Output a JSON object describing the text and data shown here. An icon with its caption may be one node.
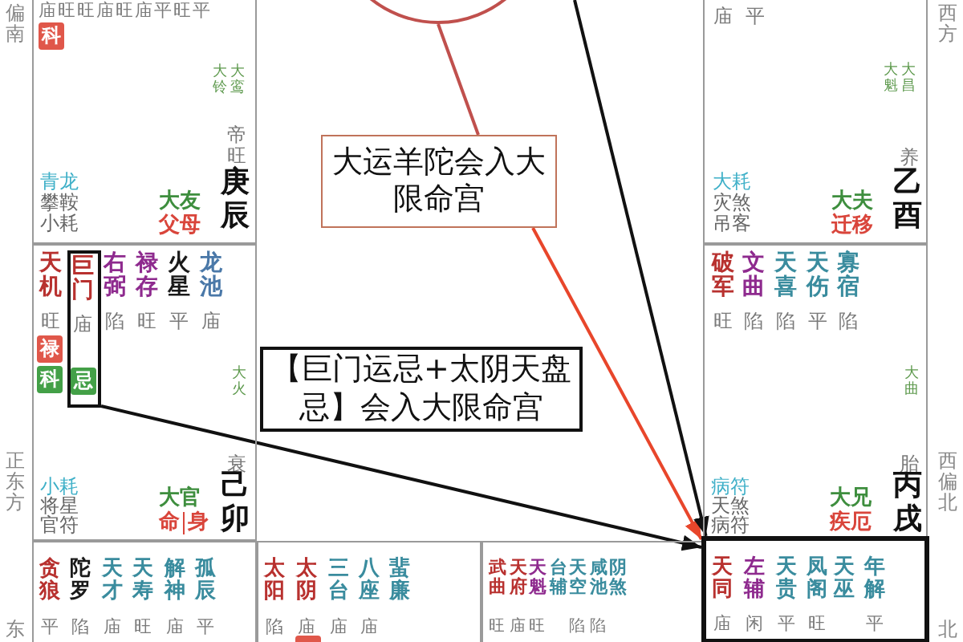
{
  "diagram": {
    "nodes": [
      {
        "text": [
          "庙旺旺庙旺庙平旺平",
          "科",
          "大铃",
          "大鸾",
          "帝旺",
          "青龙",
          "攀鞍",
          "小耗",
          "大友",
          "父母",
          "庚辰"
        ],
        "beside": [
          "偏南"
        ]
      },
      {
        "text": [],
        "shape": "circle"
      },
      {
        "text": [
          "庙",
          "平",
          "大魁",
          "大昌",
          "养",
          "大耗",
          "灾煞",
          "吊客",
          "大夫",
          "迁移",
          "乙酉"
        ],
        "beside": [
          "西方"
        ]
      },
      {
        "text": [
          "大运羊陀会入大限命宫"
        ]
      },
      {
        "text": [
          "天机",
          "右弼",
          "禄存",
          "火星",
          "龙池",
          "旺",
          "陷",
          "旺",
          "平",
          "庙",
          "禄",
          "科",
          "大火",
          "衰",
          "小耗",
          "将星",
          "官符",
          "大官",
          "命",
          "身",
          "己卯"
        ],
        "beside": [
          "正东方"
        ]
      },
      {
        "text": [
          "巨门",
          "庙",
          "忌"
        ],
        "in": 4
      },
      {
        "text": [
          "破军",
          "文曲",
          "天喜",
          "天伤",
          "寡宿",
          "旺",
          "陷",
          "陷",
          "平",
          "陷",
          "大曲",
          "胎",
          "病符",
          "天煞",
          "病符",
          "大兄",
          "疾厄",
          "丙戌"
        ],
        "beside": [
          "西偏北"
        ]
      },
      {
        "text": [
          "【巨门运忌+太阴天盘忌】会入大限命宫"
        ]
      },
      {
        "text": [
          "贪狼",
          "陀罗",
          "天才",
          "天寿",
          "解神",
          "孤辰",
          "平",
          "陷",
          "庙",
          "旺",
          "庙",
          "平"
        ],
        "beside": [
          "东"
        ]
      },
      {
        "text": [
          "太阳",
          "太阴",
          "三台",
          "八座",
          "蜚廉",
          "陷",
          "庙",
          "庙",
          "庙"
        ]
      },
      {
        "text": [
          "武曲",
          "天府",
          "天魁",
          "台辅",
          "天空",
          "咸池",
          "阴煞",
          "旺",
          "庙",
          "旺",
          "陷",
          "陷"
        ]
      },
      {
        "text": [
          "天同",
          "左辅",
          "天贵",
          "凤阁",
          "天巫",
          "年解",
          "庙",
          "闲",
          "平",
          "旺",
          "平"
        ],
        "beside": [
          "北"
        ]
      }
    ],
    "edges": [
      {
        "from": 1,
        "to": 3,
        "arrow": "none",
        "color": "#c0504d"
      },
      {
        "from": 3,
        "to": 11,
        "arrow": "to",
        "color": "#e8462b"
      },
      {
        "from": null,
        "to": 11,
        "arrow": "to"
      },
      {
        "from": 5,
        "to": 11,
        "arrow": "to"
      }
    ]
  }
}
